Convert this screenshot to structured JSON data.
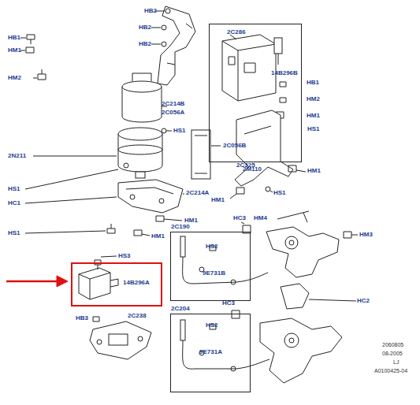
{
  "diagram": {
    "nodes": [
      {
        "text": [
          "2C286",
          "14B296B",
          "2M110"
        ]
      },
      {
        "text": [
          "2C190",
          "HS2",
          "9E731B"
        ]
      },
      {
        "text": [
          "2C204",
          "HS2",
          "9E731A"
        ]
      },
      {
        "text": [
          "14B296A"
        ]
      }
    ],
    "labels": [
      "HB2",
      "HB2",
      "HB1",
      "HB2",
      "HM1",
      "HM2",
      "2C214B",
      "2C056A",
      "HS1",
      "2N211",
      "2C056B",
      "HS1",
      "2C214A",
      "HC1",
      "HS1",
      "HM1",
      "HM1",
      "2C325",
      "HM1",
      "HM1",
      "HS1",
      "HB1",
      "HM2",
      "HM1",
      "HS1",
      "HC3",
      "HM4",
      "HM3",
      "HS3",
      "HC2",
      "HC3",
      "HB3",
      "2C238",
      "2060805",
      "08-2005",
      "LJ",
      "A0100425-04"
    ]
  }
}
